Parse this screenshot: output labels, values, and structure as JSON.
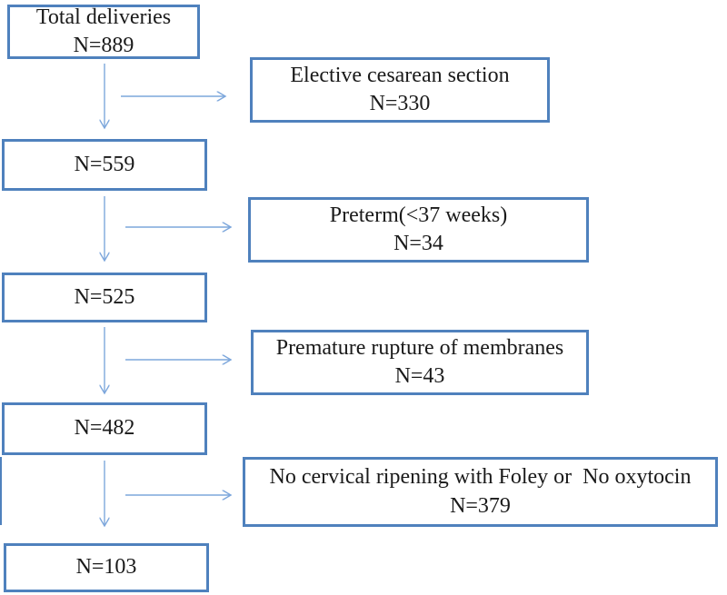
{
  "diagram": {
    "type": "flowchart",
    "description": "Patient flow diagram of deliveries with sequential exclusions",
    "colors": {
      "box_border": "#4f81bd",
      "arrow": "#7da7dc",
      "text": "#1a1a1a",
      "background": "#ffffff"
    },
    "flow_boxes": [
      {
        "id": "total-deliveries",
        "lines": [
          "Total deliveries",
          "N=889"
        ]
      },
      {
        "id": "n-559",
        "lines": [
          "N=559"
        ]
      },
      {
        "id": "n-525",
        "lines": [
          "N=525"
        ]
      },
      {
        "id": "n-482",
        "lines": [
          "N=482"
        ]
      },
      {
        "id": "n-103",
        "lines": [
          "N=103"
        ]
      }
    ],
    "exclusion_boxes": [
      {
        "id": "elective-cesarean-section",
        "lines": [
          "Elective cesarean section",
          "N=330"
        ]
      },
      {
        "id": "preterm",
        "lines": [
          "Preterm(<37 weeks)",
          "N=34"
        ]
      },
      {
        "id": "premature-rupture-of-membranes",
        "lines": [
          "Premature rupture of membranes",
          "N=43"
        ]
      },
      {
        "id": "no-cervical-ripening",
        "lines": [
          "No cervical ripening with Foley or  No oxytocin",
          "N=379"
        ]
      }
    ]
  }
}
